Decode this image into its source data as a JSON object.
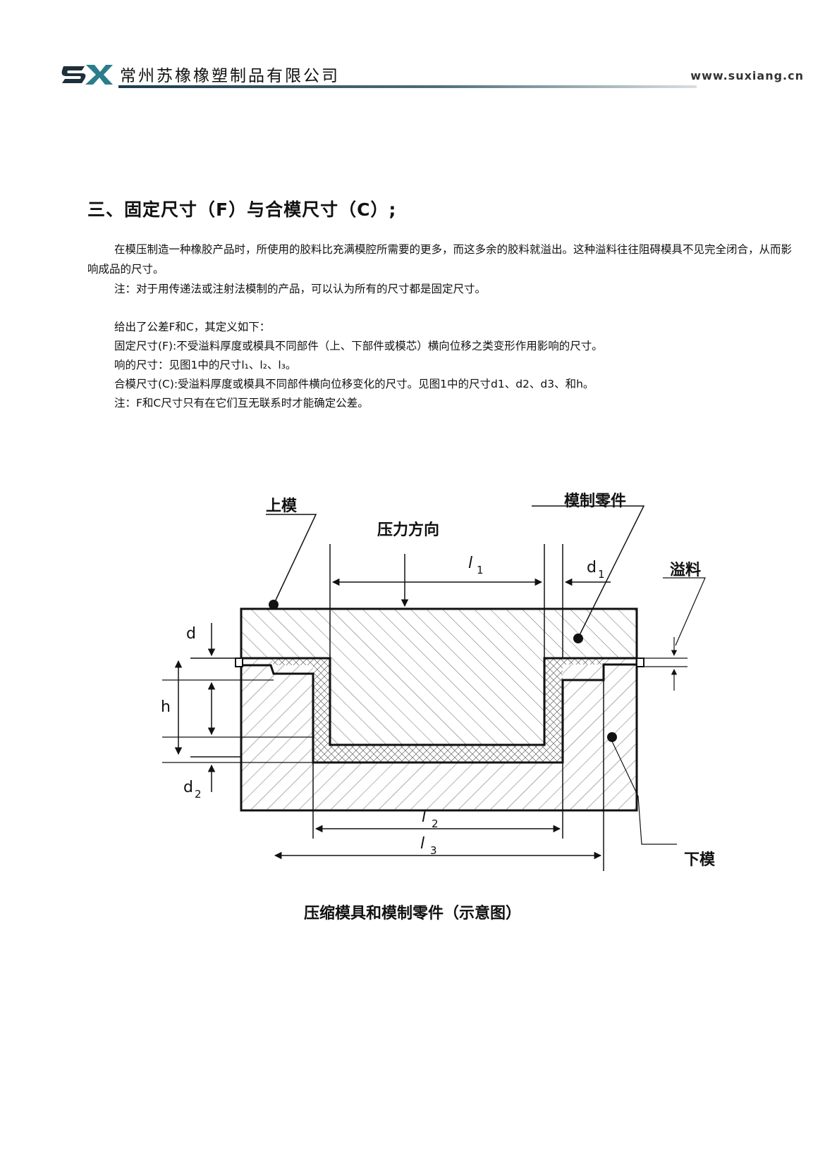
{
  "header": {
    "logo_text": "SX",
    "company_name": "常州苏橡橡塑制品有限公司",
    "website": "www.suxiang.cn"
  },
  "section": {
    "heading": "三、固定尺寸（F）与合模尺寸（C）;"
  },
  "body": {
    "paragraph_1": "在模压制造一种橡胶产品时，所使用的胶料比充满模腔所需要的更多，而这多余的胶料就溢出。这种溢料往往阻碍模具不见完全闭合，从而影响成品的尺寸。",
    "note_1": "注：对于用传递法或注射法模制的产品，可以认为所有的尺寸都是固定尺寸。",
    "line_tolerance": "给出了公差F和C，其定义如下：",
    "line_fixed": "固定尺寸(F):不受溢料厚度或模具不同部件（上、下部件或模芯）横向位移之类变形作用影响的尺寸。",
    "line_influence": "响的尺寸：见图1中的尺寸l₁、l₂、l₃。",
    "line_closure": "合模尺寸(C):受溢料厚度或模具不同部件横向位移变化的尺寸。见图1中的尺寸d1、d2、d3、和h。",
    "note_2": "注：F和C尺寸只有在它们互无联系时才能确定公差。"
  },
  "diagram": {
    "label_upper_mold": "上模",
    "label_pressure": "压力方向",
    "label_molded_part": "模制零件",
    "label_flash": "溢料",
    "label_lower_mold": "下模",
    "label_d": "d",
    "label_h": "h",
    "label_d2": "d",
    "label_d2_sub": "2",
    "label_d1": "d",
    "label_d1_sub": "1",
    "label_l1": "l",
    "label_l1_sub": "1",
    "label_l2": "l",
    "label_l2_sub": "2",
    "label_l3": "l",
    "label_l3_sub": "3",
    "caption": "压缩模具和模制零件（示意图）"
  },
  "colors": {
    "ink": "#111111",
    "header_line_dark": "#1a3c4f",
    "logo_teal": "#2a7d8a",
    "logo_dark": "#1d2f3a"
  }
}
